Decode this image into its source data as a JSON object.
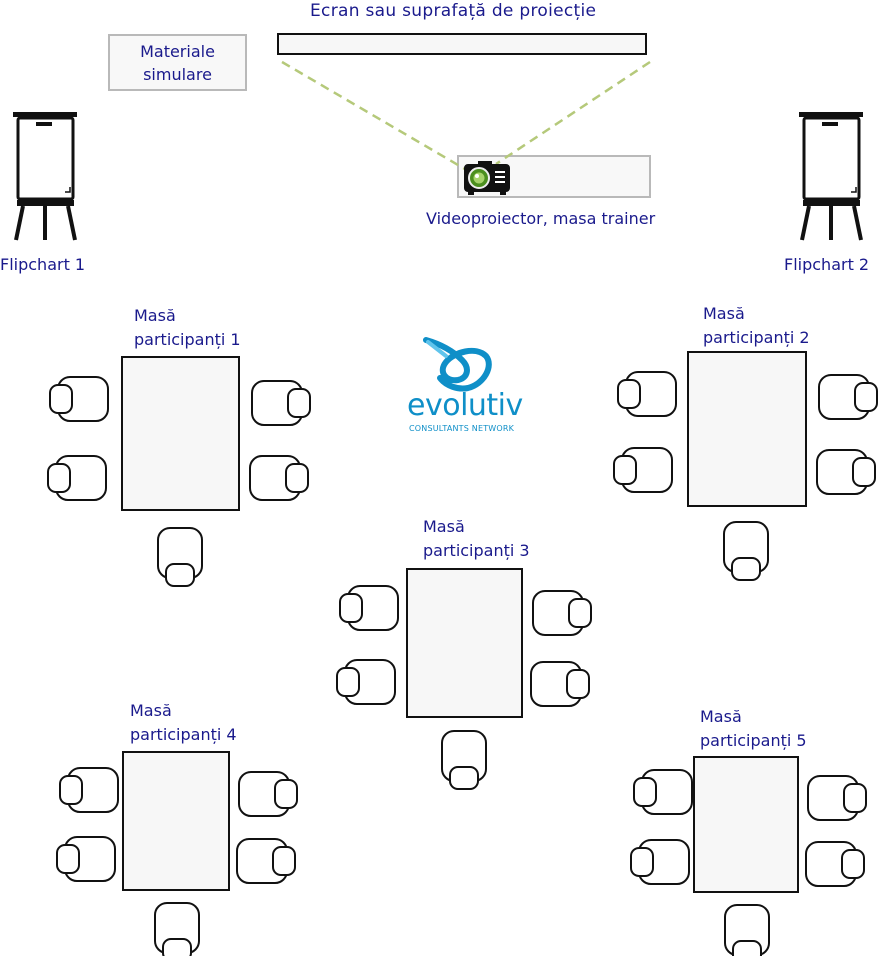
{
  "screen": {
    "title": "Ecran sau suprafață de proiecție"
  },
  "materials": {
    "label_line1": "Materiale",
    "label_line2": "simulare"
  },
  "projector": {
    "label": "Videoproiector, masa trainer"
  },
  "flipcharts": [
    {
      "label": "Flipchart 1"
    },
    {
      "label": "Flipchart 2"
    }
  ],
  "tables": [
    {
      "line1": "Masă",
      "line2": "participanți 1"
    },
    {
      "line1": "Masă",
      "line2": "participanți 2"
    },
    {
      "line1": "Masă",
      "line2": "participanți 3"
    },
    {
      "line1": "Masă",
      "line2": "participanți 4"
    },
    {
      "line1": "Masă",
      "line2": "participanți 5"
    }
  ],
  "logo": {
    "name": "evolutiv",
    "tagline": "CONSULTANTS NETWORK"
  },
  "colors": {
    "text": "#1a1a8c",
    "beam": "#b5c97a",
    "logo": "#0f8fc8"
  },
  "icons": {
    "projector": "projector-icon",
    "flipchart": "flipchart-icon",
    "chair": "chair-icon",
    "logo": "evolutiv-logo-icon"
  }
}
